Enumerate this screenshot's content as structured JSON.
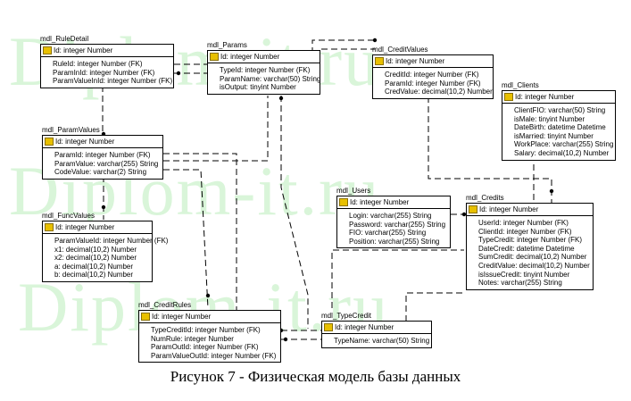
{
  "watermark": "Diplom-it.ru",
  "caption": "Рисунок 7 - Физическая модель базы данных",
  "entities": [
    {
      "name": "mdl_RuleDetail",
      "pk": "Id: integer Number",
      "attributes": [
        "RuleId: integer Number (FK)",
        "ParamInId: integer Number (FK)",
        "ParamValueInId: integer Number (FK)"
      ]
    },
    {
      "name": "mdl_Params",
      "pk": "Id: integer Number",
      "attributes": [
        "TypeId: integer Number (FK)",
        "ParamName: varchar(50) String",
        "isOutput: tinyint Number"
      ]
    },
    {
      "name": "mdl_CreditValues",
      "pk": "Id: integer Number",
      "attributes": [
        "CreditId: integer Number (FK)",
        "ParamId: integer Number (FK)",
        "CredValue: decimal(10,2) Number"
      ]
    },
    {
      "name": "mdl_Clients",
      "pk": "Id: integer Number",
      "attributes": [
        "ClientFIO: varchar(50) String",
        "isMale: tinyint Number",
        "DateBirth: datetime Datetime",
        "isMarried: tinyint Number",
        "WorkPlace: varchar(255) String",
        "Salary: decimal(10,2) Number"
      ]
    },
    {
      "name": "mdl_ParamValues",
      "pk": "Id: integer Number",
      "attributes": [
        "ParamId: integer Number (FK)",
        "ParamValue: varchar(255) String",
        "CodeValue: varchar(2) String"
      ]
    },
    {
      "name": "mdl_FuncValues",
      "pk": "Id: integer Number",
      "attributes": [
        "ParamValueId: integer Number (FK)",
        "x1: decimal(10,2) Number",
        "x2: decimal(10,2) Number",
        "a: decimal(10,2) Number",
        "b: decimal(10,2) Number"
      ]
    },
    {
      "name": "mdl_Users",
      "pk": "Id: integer Number",
      "attributes": [
        "Login: varchar(255) String",
        "Password: varchar(255) String",
        "FIO: varchar(255) String",
        "Position: varchar(255) String"
      ]
    },
    {
      "name": "mdl_Credits",
      "pk": "Id: integer Number",
      "attributes": [
        "UserId: integer Number (FK)",
        "ClientId: integer Number (FK)",
        "TypeCredit: integer Number (FK)",
        "DateCredit: datetime Datetime",
        "SumCredit: decimal(10,2) Number",
        "CreditValue: decimal(10,2) Number",
        "isIssueCredit: tinyint Number",
        "Notes: varchar(255) String"
      ]
    },
    {
      "name": "mdl_CreditRules",
      "pk": "Id: integer Number",
      "attributes": [
        "TypeCreditId: integer Number (FK)",
        "NumRule: integer Number",
        "ParamOutId: integer Number (FK)",
        "ParamValueOutId: integer Number (FK)"
      ]
    },
    {
      "name": "mdl_TypeCredit",
      "pk": "Id: integer Number",
      "attributes": [
        "TypeName: varchar(50) String"
      ]
    }
  ]
}
